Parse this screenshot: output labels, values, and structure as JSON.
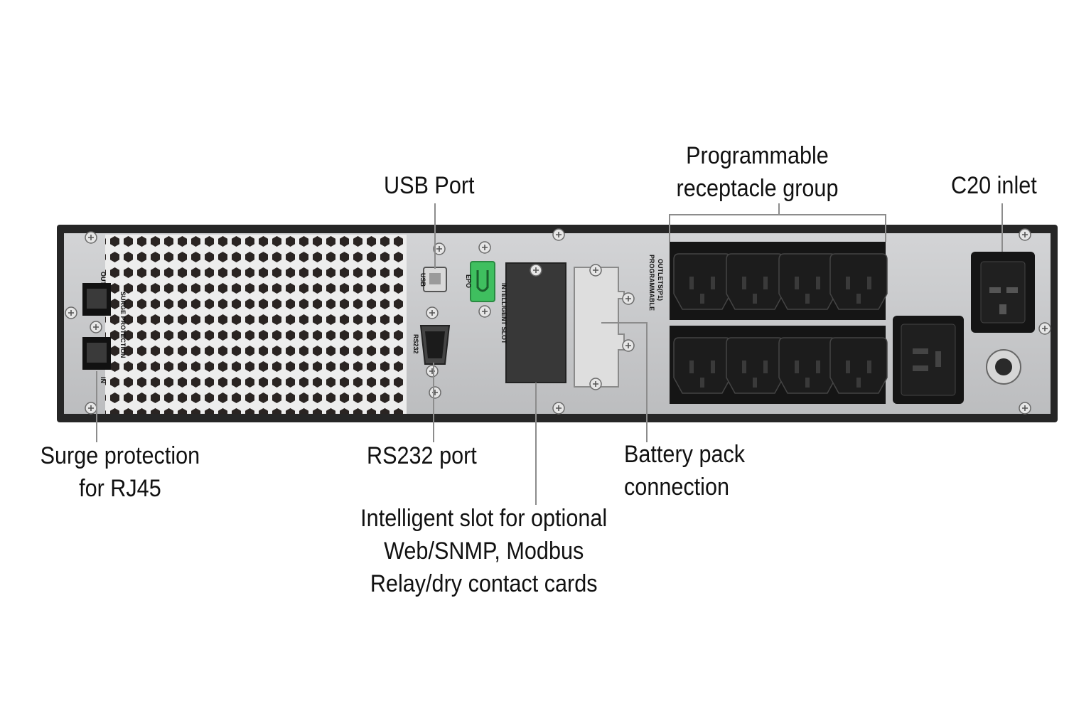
{
  "callouts": {
    "usb_port": "USB Port",
    "receptacle_group": [
      "Programmable",
      "receptacle group"
    ],
    "c20_inlet": "C20 inlet",
    "surge_protection": [
      "Surge protection",
      "for RJ45"
    ],
    "rs232_port": "RS232 port",
    "battery_pack": [
      "Battery pack",
      "connection"
    ],
    "intelligent_slot": [
      "Intelligent slot for optional",
      "Web/SNMP, Modbus",
      "Relay/dry contact cards"
    ]
  },
  "panel_labels": {
    "out": "OUT",
    "in": "IN",
    "surge_protection": "SURGE PROTECTION",
    "usb": "USB",
    "epo": "EPO",
    "rs232": "RS232",
    "intelligent_slot": "INTELLIGENT SLOT",
    "programmable": "PROGRAMMABLE",
    "outlets": "OUTLETS(P1)"
  },
  "colors": {
    "panel": "#c8c9cb",
    "frame": "#2a2a2a",
    "outlet": "#1e1e1e",
    "epo_terminal": "#3fbf5f",
    "callout_line": "#888888"
  },
  "outlets": {
    "c13_count": 8,
    "c19_count": 1,
    "c20_inlet_count": 1
  }
}
